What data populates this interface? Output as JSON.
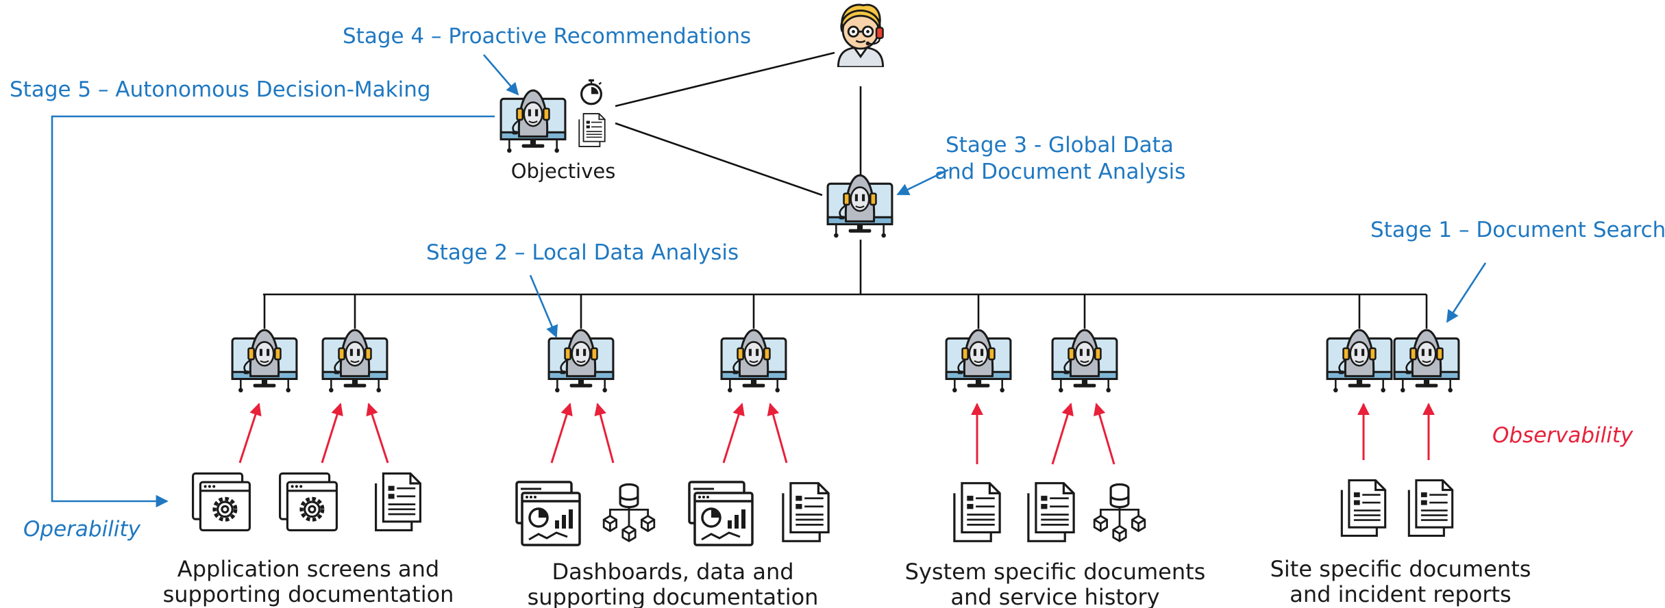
{
  "stages": {
    "stage1": "Stage 1 – Document Search",
    "stage2": "Stage 2 – Local Data Analysis",
    "stage3_line1": "Stage 3 - Global Data",
    "stage3_line2": "and Document Analysis",
    "stage4": "Stage 4 – Proactive Recommendations",
    "stage5": "Stage 5 – Autonomous Decision-Making"
  },
  "objectives_label": "Objectives",
  "operability_label": "Operability",
  "observability_label": "Observability",
  "groups": [
    {
      "line1": "Application screens and",
      "line2": "supporting documentation"
    },
    {
      "line1": "Dashboards, data and",
      "line2": "supporting documentation"
    },
    {
      "line1": "System specific documents",
      "line2": "and service history"
    },
    {
      "line1": "Site specific documents",
      "line2": "and incident reports"
    }
  ],
  "colors": {
    "stage_text": "#1f78c1",
    "observability_arrows": "#e8203a",
    "connector_lines": "#111111"
  },
  "icons": {
    "agent": "robot-agent-monitor-icon",
    "human": "human-operator-headset-icon",
    "document": "document-icon",
    "settings_window": "settings-window-icon",
    "dashboard": "dashboard-icon",
    "database": "database-cubes-icon",
    "stopwatch": "stopwatch-icon"
  }
}
